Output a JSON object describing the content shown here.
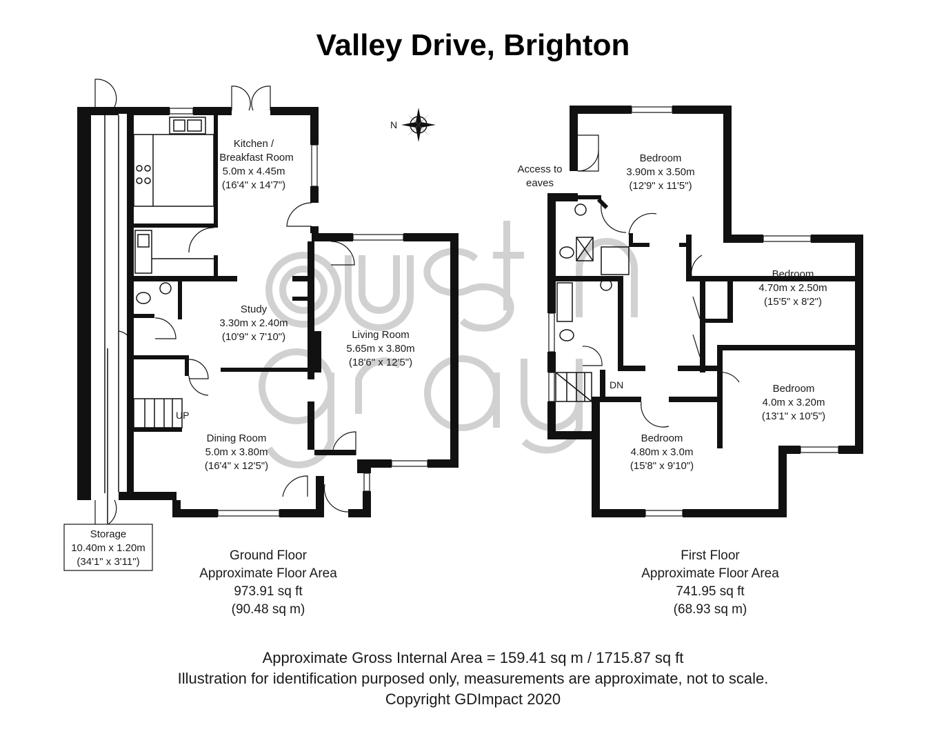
{
  "title": "Valley Drive, Brighton",
  "compass": {
    "label": "N"
  },
  "ground_floor": {
    "rooms": [
      {
        "id": "kitchen",
        "lines": [
          "Kitchen /",
          "Breakfast Room",
          "5.0m x 4.45m",
          "(16'4\" x 14'7\")"
        ]
      },
      {
        "id": "study",
        "lines": [
          "Study",
          "3.30m x 2.40m",
          "(10'9\" x 7'10\")"
        ]
      },
      {
        "id": "living",
        "lines": [
          "Living Room",
          "5.65m x 3.80m",
          "(18'6\" x 12'5\")"
        ]
      },
      {
        "id": "dining",
        "lines": [
          "Dining Room",
          "5.0m x 3.80m",
          "(16'4\" x 12'5\")"
        ]
      },
      {
        "id": "storage",
        "lines": [
          "Storage",
          "10.40m x 1.20m",
          "(34'1\" x 3'11\")"
        ]
      }
    ],
    "stair_label": "UP",
    "area_lines": [
      "Ground Floor",
      "Approximate Floor Area",
      "973.91 sq ft",
      "(90.48 sq m)"
    ]
  },
  "first_floor": {
    "rooms": [
      {
        "id": "bedroom1",
        "lines": [
          "Bedroom",
          "3.90m x 3.50m",
          "(12'9\" x 11'5\")"
        ]
      },
      {
        "id": "bedroom2",
        "lines": [
          "Bedroom",
          "4.70m x 2.50m",
          "(15'5\" x 8'2\")"
        ]
      },
      {
        "id": "bedroom3",
        "lines": [
          "Bedroom",
          "4.0m x 3.20m",
          "(13'1\" x 10'5\")"
        ]
      },
      {
        "id": "bedroom4",
        "lines": [
          "Bedroom",
          "4.80m x 3.0m",
          "(15'8\" x 9'10\")"
        ]
      },
      {
        "id": "eaves",
        "lines": [
          "Access to",
          "eaves"
        ]
      }
    ],
    "stair_label": "DN",
    "area_lines": [
      "First Floor",
      "Approximate Floor Area",
      "741.95 sq ft",
      "(68.93 sq m)"
    ]
  },
  "watermark": "austin gray",
  "footer": [
    "Approximate Gross Internal Area = 159.41 sq m / 1715.87 sq ft",
    "Illustration for identification purposed only, measurements are approximate, not to scale.",
    "Copyright GDImpact 2020"
  ]
}
